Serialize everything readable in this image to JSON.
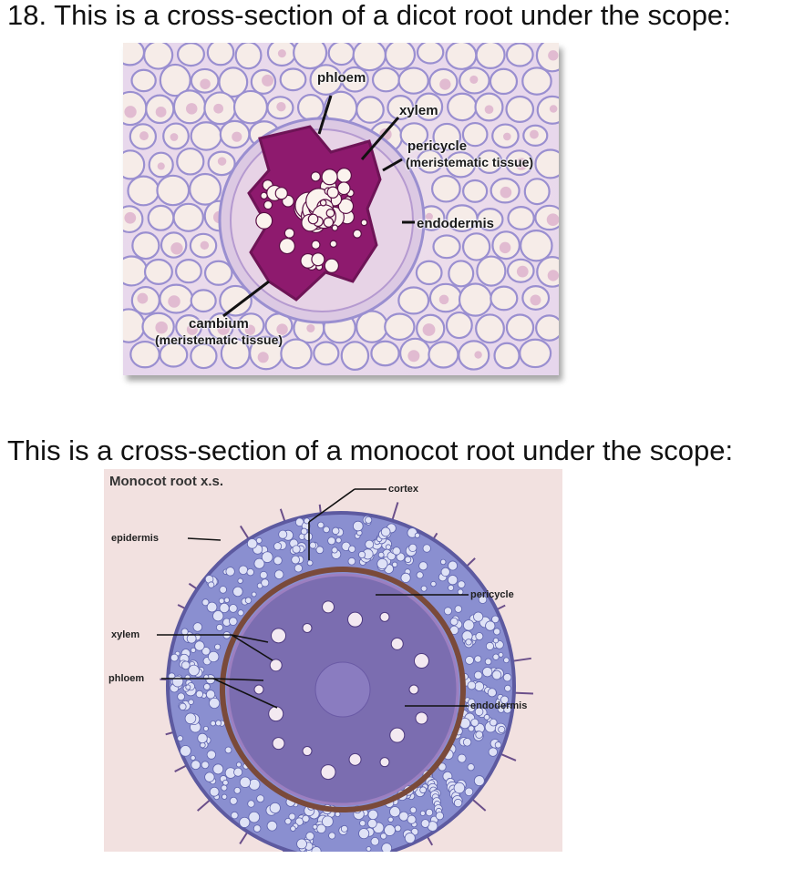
{
  "question": {
    "text": "18. This is a cross-section of a dicot root under the scope:"
  },
  "dicot": {
    "labels": {
      "phloem": "phloem",
      "xylem": "xylem",
      "pericycle": "pericycle",
      "pericycle_note": "(meristematic tissue)",
      "endodermis": "endodermis",
      "cambium": "cambium",
      "cambium_note": "(meristematic tissue)"
    },
    "colors": {
      "xylem": "#8e1a6e",
      "cell_wall": "#9a8fd0",
      "cell_fill": "#f6ece8"
    }
  },
  "monocot": {
    "intro": "This is a cross-section of a monocot root under the scope:",
    "title": "Monocot root x.s.",
    "labels": {
      "cortex": "cortex",
      "epidermis": "epidermis",
      "pericycle": "pericycle",
      "xylem": "xylem",
      "phloem": "phloem",
      "endodermis": "endodermis"
    },
    "colors": {
      "cortex": "#7f86c9",
      "stele": "#7d6aa8",
      "endodermis": "#7a4a3a"
    }
  }
}
